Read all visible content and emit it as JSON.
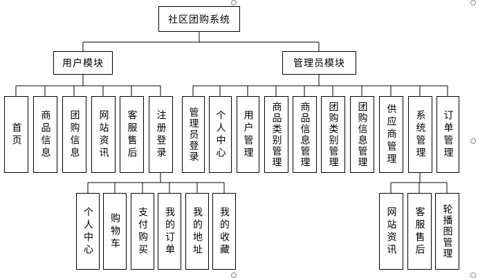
{
  "root": {
    "label": "社区团购系统"
  },
  "modules": {
    "user": {
      "label": "用户模块",
      "items": [
        "首页",
        "商品信息",
        "团购信息",
        "网站资讯",
        "客服售后",
        "注册登录"
      ]
    },
    "admin": {
      "label": "管理员模块",
      "items": [
        "管理员登录",
        "个人中心",
        "用户管理",
        "商品类别管理",
        "商品信息管理",
        "团购类别管理",
        "团购信息管理",
        "供应商管理",
        "系统管理",
        "订单管理"
      ]
    }
  },
  "register_children": [
    "个人中心",
    "购物车",
    "支付购买",
    "我的订单",
    "我的地址",
    "我的收藏"
  ],
  "system_children": [
    "网站资讯",
    "客服售后",
    "轮播图管理"
  ]
}
